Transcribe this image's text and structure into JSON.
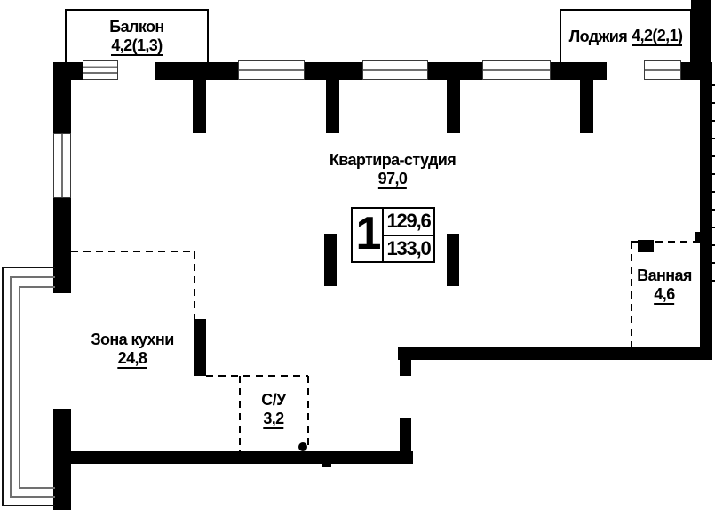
{
  "rooms": {
    "balcony": {
      "name": "Балкон",
      "area": "4,2(1,3)"
    },
    "loggia": {
      "name": "Лоджия",
      "area": "4,2(2,1)"
    },
    "studio": {
      "name": "Квартира-студия",
      "area": "97,0"
    },
    "kitchen": {
      "name": "Зона кухни",
      "area": "24,8"
    },
    "wc": {
      "name": "С/У",
      "area": "3,2"
    },
    "bathroom": {
      "name": "Ванная",
      "area": "4,6"
    }
  },
  "stamp": {
    "rooms_count": "1",
    "upper_value": "129,6",
    "lower_value": "133,0"
  },
  "colors": {
    "wall": "#000000",
    "window_line": "#707070",
    "background": "#ffffff"
  }
}
